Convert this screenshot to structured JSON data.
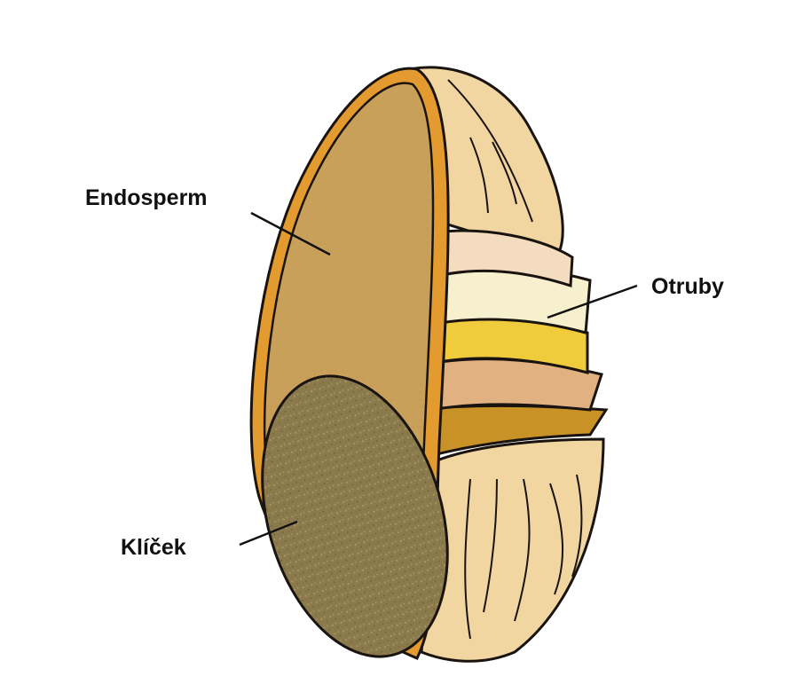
{
  "labels": {
    "endosperm": "Endosperm",
    "otruby": "Otruby",
    "klicek": "Klíček"
  },
  "colors": {
    "background": "#ffffff",
    "outline": "#1a1410",
    "outer_shell": "#f2d6a2",
    "endosperm_fill": "#c9a05a",
    "inner_rim": "#e39a2e",
    "germ_fill": "#8b7a4c",
    "bran_layer_1": "#f3dcc0",
    "bran_layer_2": "#f7f0cf",
    "bran_layer_3": "#f0cc3c",
    "bran_layer_4": "#e1b182",
    "bran_layer_5": "#c99227",
    "leader_line": "#111111"
  }
}
